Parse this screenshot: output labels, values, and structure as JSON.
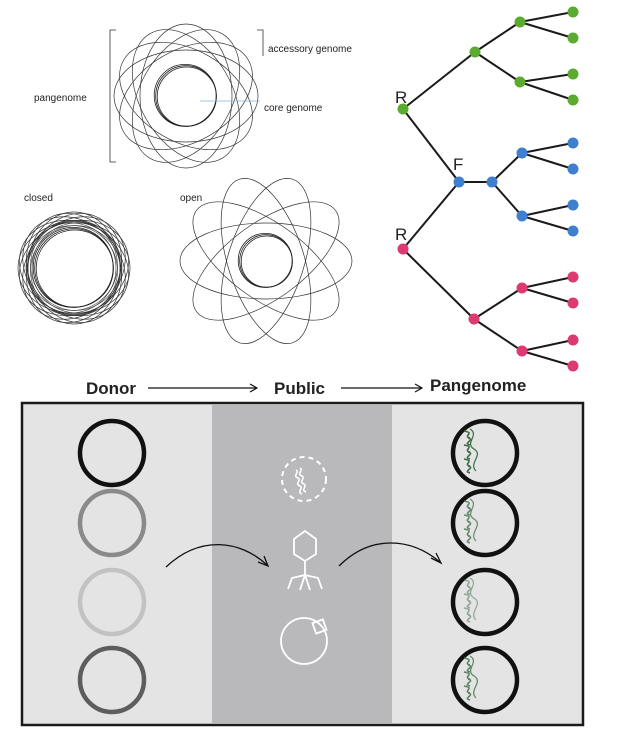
{
  "venn": {
    "pangenome_label": "pangenome",
    "accessory_label": "accessory genome",
    "core_label": "core genome",
    "closed_label": "closed",
    "open_label": "open"
  },
  "tree": {
    "root_label_top": "R",
    "root_label_bottom": "R",
    "fusion_label": "F",
    "colors": {
      "green": "#5aab2f",
      "blue": "#3f7fd0",
      "pink": "#de3a72",
      "edge": "#1a1a1a"
    }
  },
  "flow": {
    "donor_label": "Donor",
    "public_label": "Public",
    "pangenome_label": "Pangenome",
    "colors": {
      "panel_bg": "#e4e4e4",
      "public_bg": "#b9b9bb",
      "donor_rings": [
        "#111111",
        "#8a8a8a",
        "#c2c2c2",
        "#5d5d5d"
      ],
      "insert": "#3b6b45"
    }
  }
}
